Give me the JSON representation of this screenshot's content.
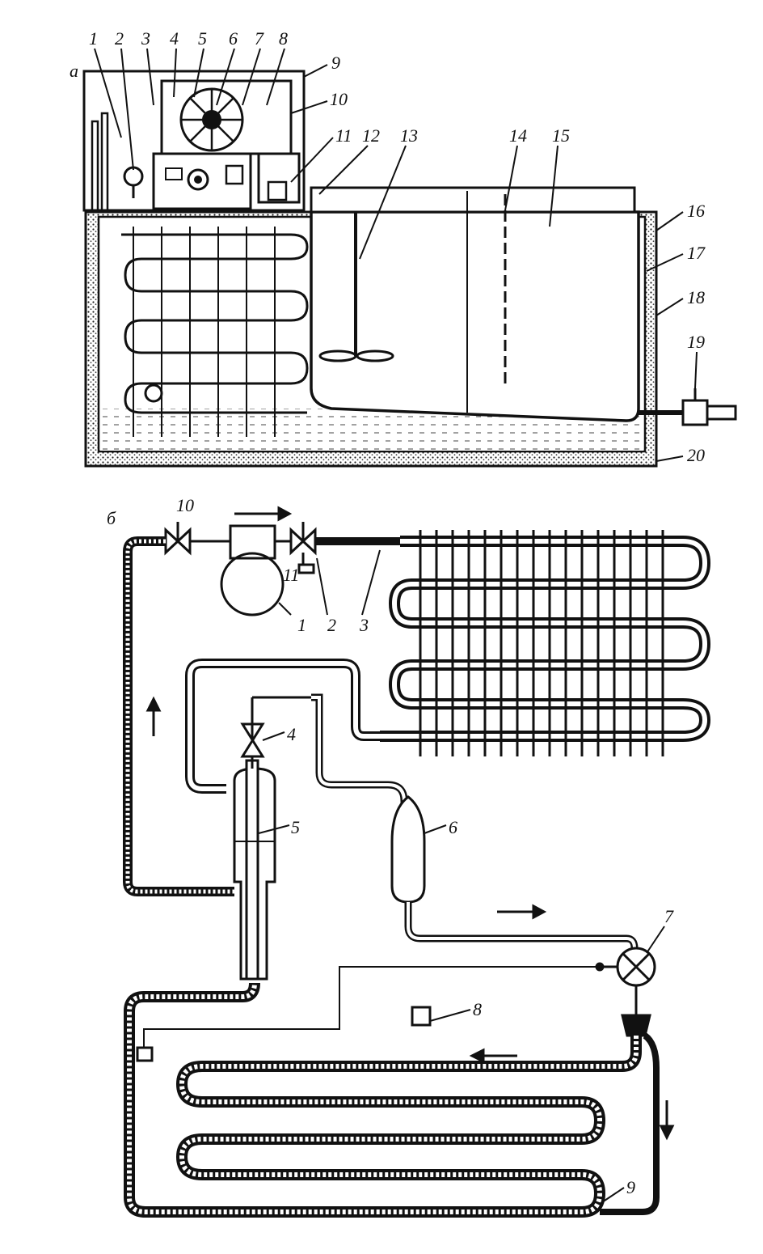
{
  "panel_a": {
    "panel_label": "а",
    "callouts": [
      "1",
      "2",
      "3",
      "4",
      "5",
      "6",
      "7",
      "8",
      "9",
      "10",
      "11",
      "12",
      "13",
      "14",
      "15",
      "16",
      "17",
      "18",
      "19",
      "20"
    ]
  },
  "panel_b": {
    "panel_label": "б",
    "callouts": [
      "10",
      "11",
      "1",
      "2",
      "3",
      "4",
      "5",
      "6",
      "7",
      "8",
      "9"
    ]
  },
  "colors": {
    "ink": "#111111",
    "paper": "#ffffff",
    "insulation": "#555555"
  }
}
